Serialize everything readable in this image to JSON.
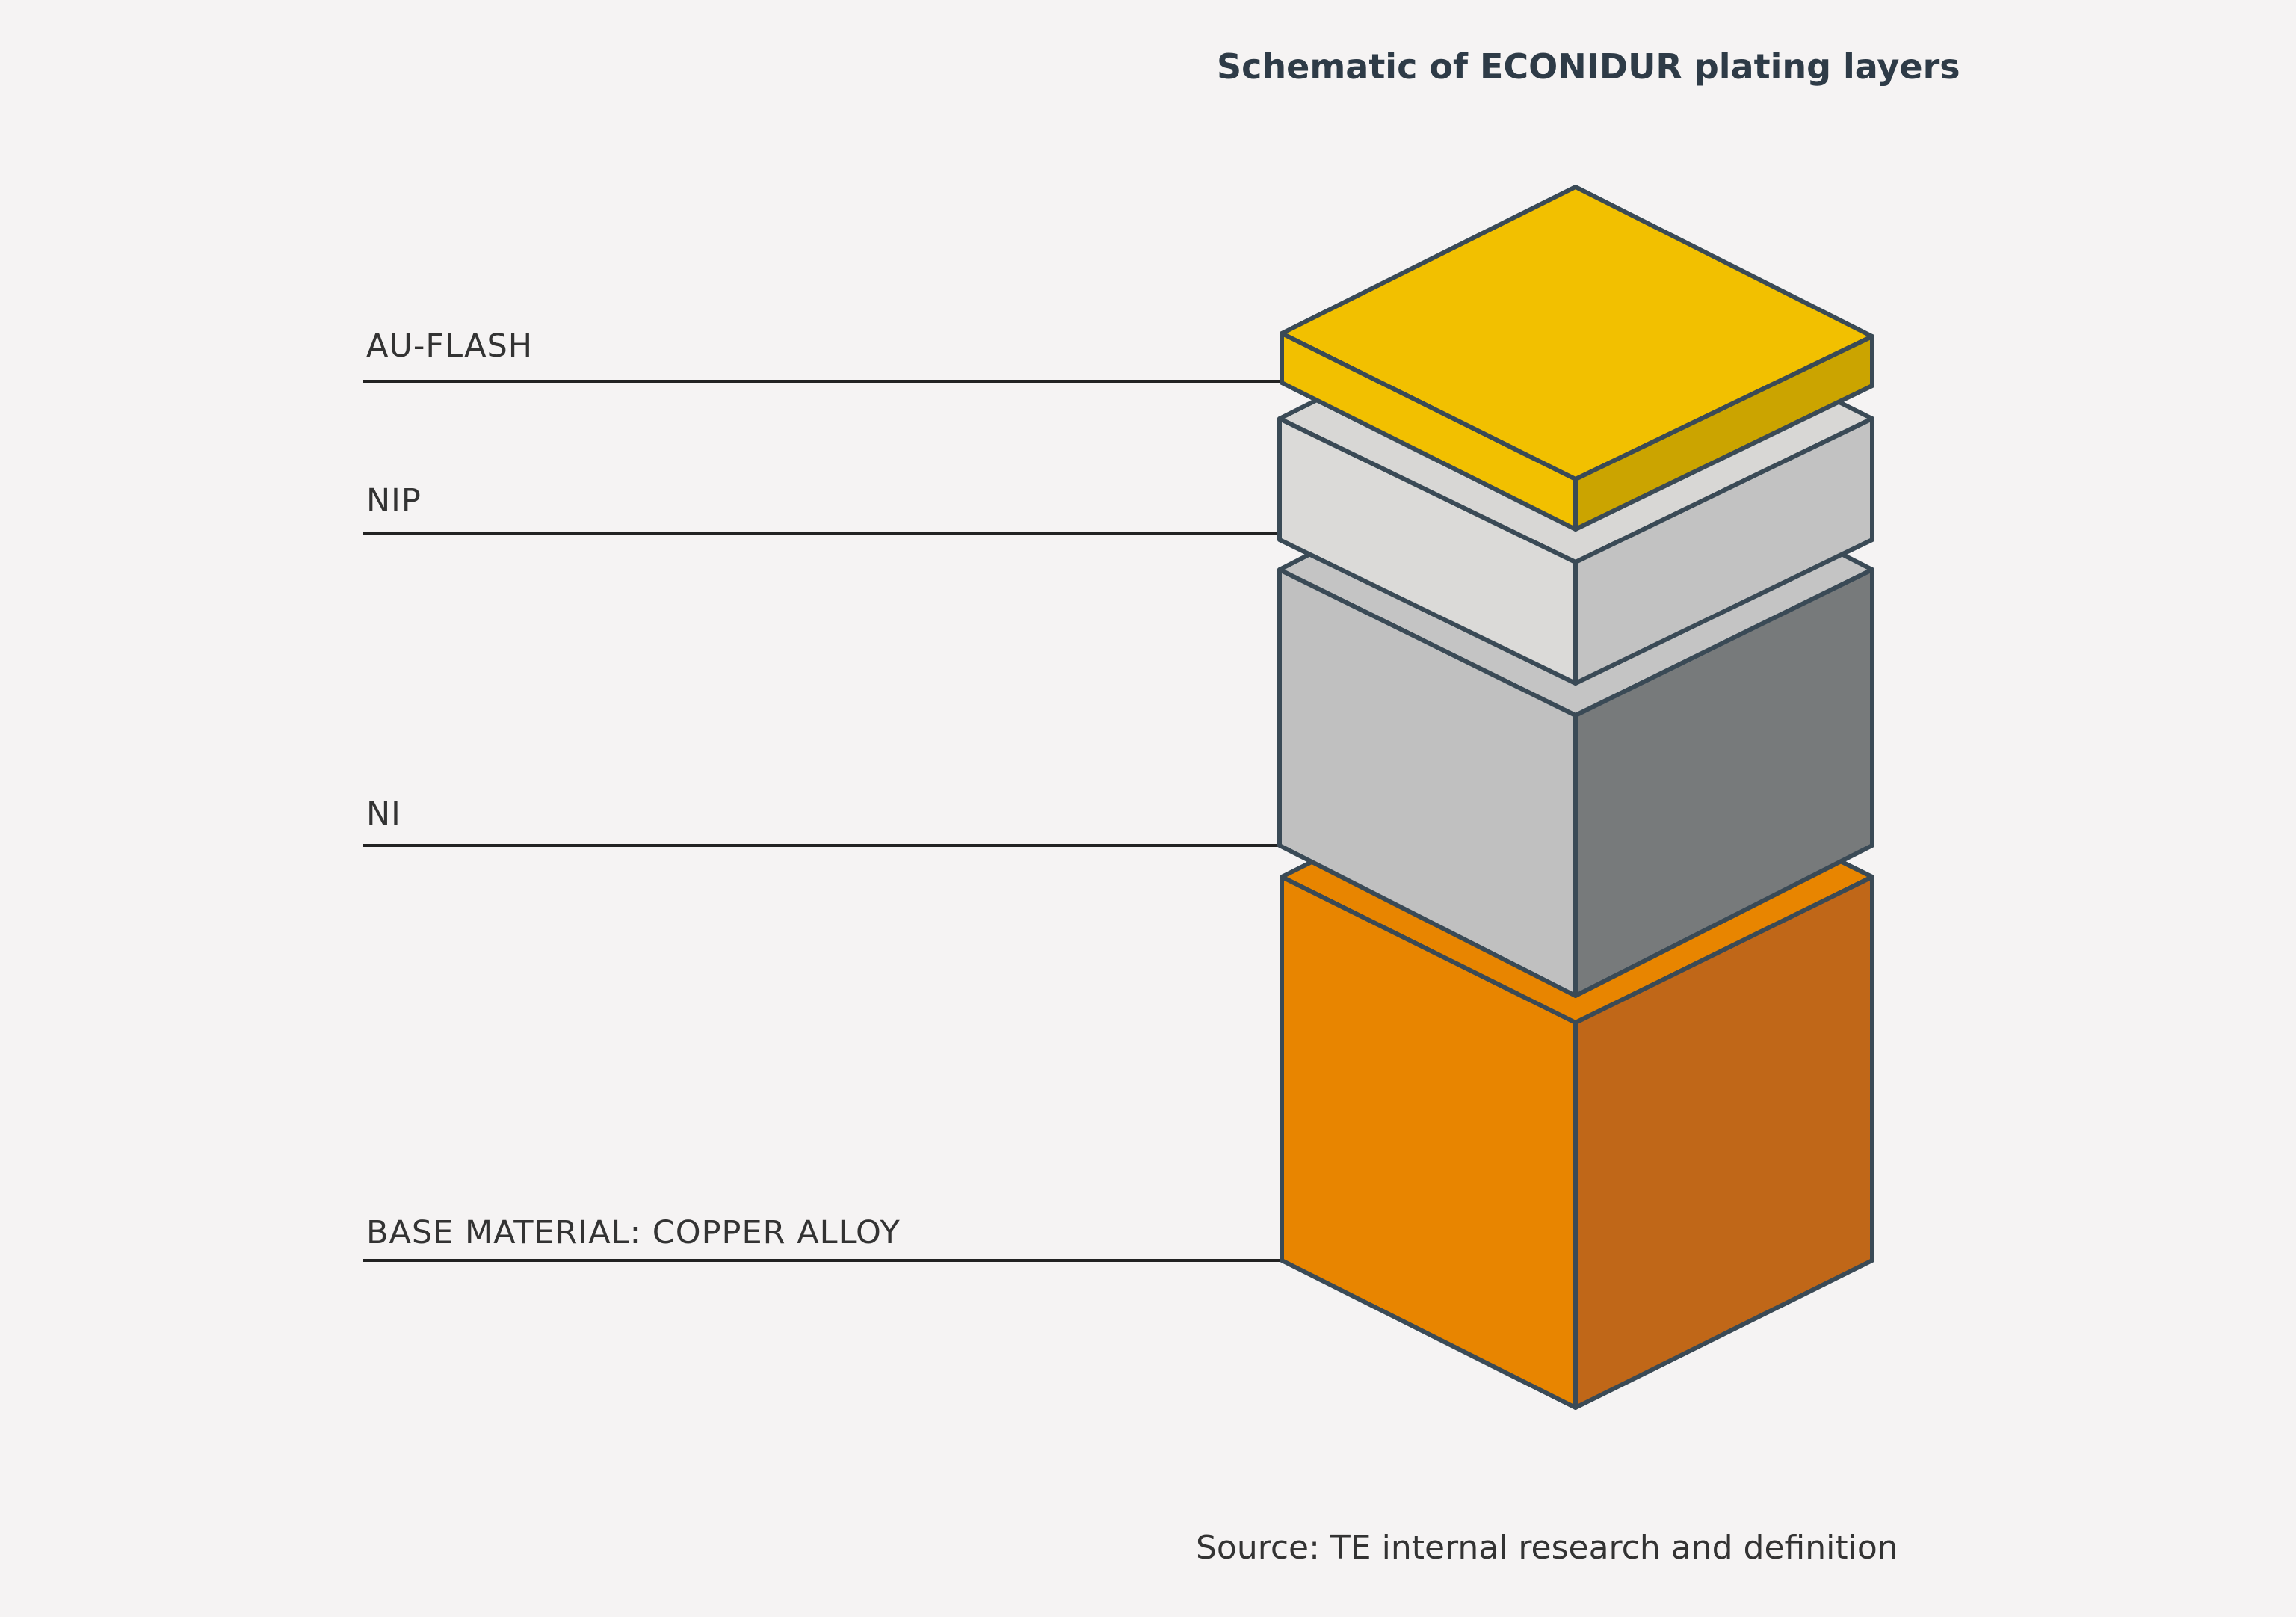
{
  "diagram": {
    "title": "Schematic of ECONIDUR plating layers",
    "source": "Source: TE internal research and definition",
    "layers": [
      {
        "label": "AU-FLASH",
        "colors": {
          "top": "#f2c000",
          "front": "#f2c000",
          "side": "#cba400"
        }
      },
      {
        "label": "NIP",
        "colors": {
          "top": "#d8d7d5",
          "front": "#dbdad8",
          "side": "#c2c2c2"
        }
      },
      {
        "label": "NI",
        "colors": {
          "top": "#c4c4c4",
          "front": "#c0c0c0",
          "side": "#777a7b"
        }
      },
      {
        "label": "BASE MATERIAL: COPPER ALLOY",
        "colors": {
          "top": "#e88500",
          "front": "#e88500",
          "side": "#c06718"
        }
      }
    ],
    "colors": {
      "background": "#f5f3f3",
      "outline": "#3a4a56",
      "text": "#333333",
      "title": "#2e3b47"
    }
  }
}
